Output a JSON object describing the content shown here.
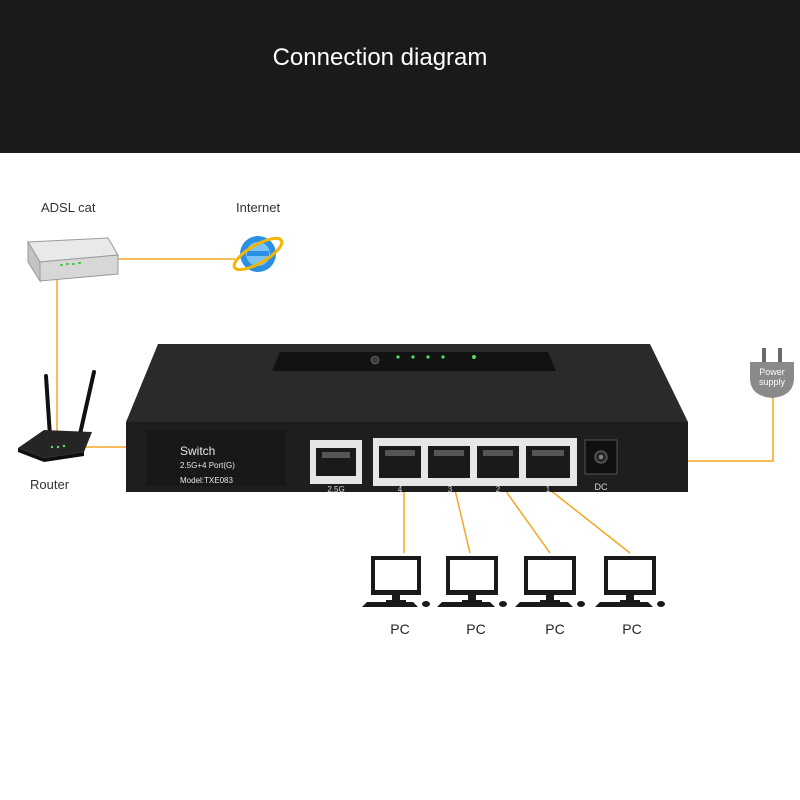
{
  "header": {
    "title": "Connection diagram"
  },
  "devices": {
    "modem_label": "ADSL cat",
    "internet_label": "Internet",
    "router_label": "Router",
    "power_label": "Power supply"
  },
  "switch": {
    "name": "Switch",
    "spec": "2.5G+4 Port(G)",
    "model": "Model:TXE083",
    "ports": [
      "2.5G",
      "4",
      "3",
      "2",
      "1"
    ],
    "dc_label": "DC"
  },
  "pcs": [
    "PC",
    "PC",
    "PC",
    "PC"
  ],
  "colors": {
    "cable": "#f5a623",
    "header_bg": "#1a1a1a",
    "switch_body": "#1e1e1e"
  }
}
